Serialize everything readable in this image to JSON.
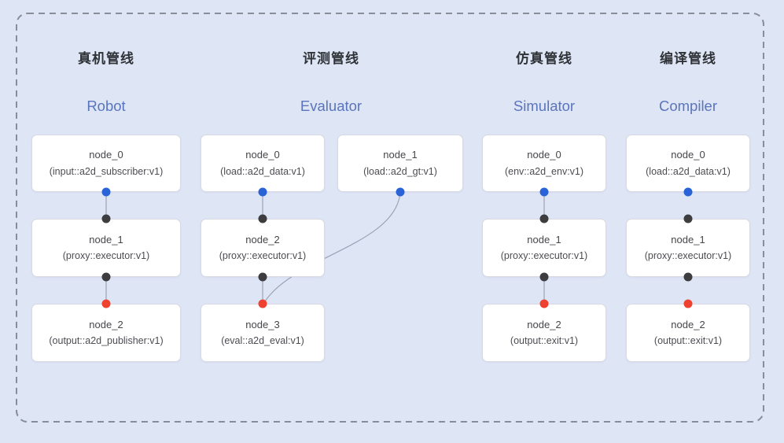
{
  "page": {
    "background_color": "#dee5f5",
    "frame_border_color": "#878d99"
  },
  "diagram": {
    "port_colors": {
      "blue": "#2a63d8",
      "black": "#3d3d40",
      "red": "#ee4130"
    },
    "edge_color": "#9aa4b8",
    "pipelines": [
      {
        "key": "robot",
        "title_zh": "真机管线",
        "title_en": "Robot",
        "nodes": [
          {
            "id": "node_0",
            "label": "node_0",
            "type": "(input::a2d_subscriber:v1)",
            "col": 0,
            "row": 0,
            "out_port": "blue"
          },
          {
            "id": "node_1",
            "label": "node_1",
            "type": "(proxy::executor:v1)",
            "col": 0,
            "row": 1,
            "in_port": "black",
            "out_port": "black"
          },
          {
            "id": "node_2",
            "label": "node_2",
            "type": "(output::a2d_publisher:v1)",
            "col": 0,
            "row": 2,
            "in_port": "red"
          }
        ],
        "edges": [
          {
            "from": "node_0",
            "to": "node_1"
          },
          {
            "from": "node_1",
            "to": "node_2"
          }
        ]
      },
      {
        "key": "evaluator",
        "title_zh": "评测管线",
        "title_en": "Evaluator",
        "nodes": [
          {
            "id": "node_0",
            "label": "node_0",
            "type": "(load::a2d_data:v1)",
            "col": 0,
            "row": 0,
            "out_port": "blue"
          },
          {
            "id": "node_1",
            "label": "node_1",
            "type": "(load::a2d_gt:v1)",
            "col": 1,
            "row": 0,
            "out_port": "blue"
          },
          {
            "id": "node_2",
            "label": "node_2",
            "type": "(proxy::executor:v1)",
            "col": 0,
            "row": 1,
            "in_port": "black",
            "out_port": "black"
          },
          {
            "id": "node_3",
            "label": "node_3",
            "type": "(eval::a2d_eval:v1)",
            "col": 0,
            "row": 2,
            "in_port": "red"
          }
        ],
        "edges": [
          {
            "from": "node_0",
            "to": "node_2"
          },
          {
            "from": "node_2",
            "to": "node_3"
          },
          {
            "from": "node_1",
            "to": "node_3",
            "curve": true
          }
        ]
      },
      {
        "key": "simulator",
        "title_zh": "仿真管线",
        "title_en": "Simulator",
        "nodes": [
          {
            "id": "node_0",
            "label": "node_0",
            "type": "(env::a2d_env:v1)",
            "col": 0,
            "row": 0,
            "out_port": "blue"
          },
          {
            "id": "node_1",
            "label": "node_1",
            "type": "(proxy::executor:v1)",
            "col": 0,
            "row": 1,
            "in_port": "black",
            "out_port": "black"
          },
          {
            "id": "node_2",
            "label": "node_2",
            "type": "(output::exit:v1)",
            "col": 0,
            "row": 2,
            "in_port": "red"
          }
        ],
        "edges": [
          {
            "from": "node_0",
            "to": "node_1"
          },
          {
            "from": "node_1",
            "to": "node_2"
          }
        ]
      },
      {
        "key": "compiler",
        "title_zh": "编译管线",
        "title_en": "Compiler",
        "nodes": [
          {
            "id": "node_0",
            "label": "node_0",
            "type": "(load::a2d_data:v1)",
            "col": 0,
            "row": 0,
            "out_port": "blue"
          },
          {
            "id": "node_1",
            "label": "node_1",
            "type": "(proxy::executor:v1)",
            "col": 0,
            "row": 1,
            "in_port": "black",
            "out_port": "black"
          },
          {
            "id": "node_2",
            "label": "node_2",
            "type": "(output::exit:v1)",
            "col": 0,
            "row": 2,
            "in_port": "red"
          }
        ]
      }
    ]
  }
}
